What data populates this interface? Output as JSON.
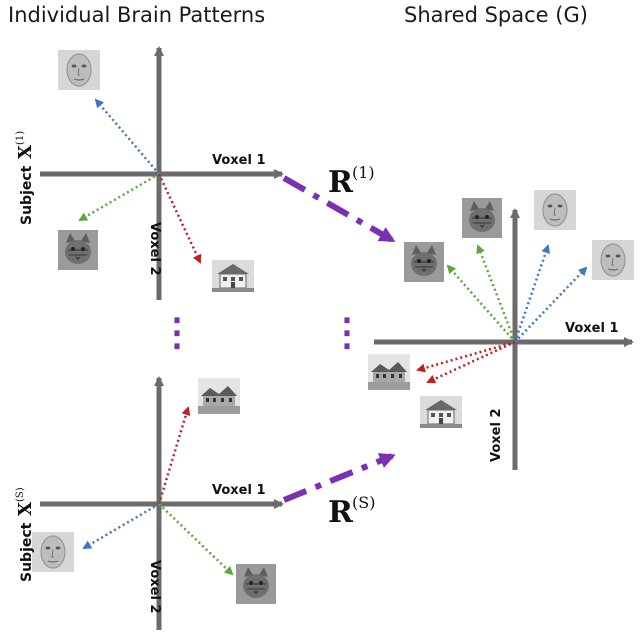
{
  "headings": {
    "left": "Individual Brain Patterns",
    "right": "Shared Space (G)"
  },
  "axes": {
    "x_label": "Voxel 1",
    "y_label": "Voxel 2"
  },
  "subject_top": {
    "label_word": "Subject",
    "matrix_symbol": "X",
    "superscript": "(1)"
  },
  "subject_bottom": {
    "label_word": "Subject",
    "matrix_symbol": "X",
    "superscript": "(S)"
  },
  "mappings": {
    "top": {
      "symbol": "R",
      "superscript": "(1)"
    },
    "bottom": {
      "symbol": "R",
      "superscript": "(S)"
    }
  },
  "ellipsis": "⋮",
  "colors": {
    "axis": "#6b6b6b",
    "face_arrow": "#3a78c3",
    "cat_arrow": "#5aa83c",
    "house_arrow": "#c0201e",
    "mapping_arrow": "#7b2fb2",
    "ellipsis": "#7b2fb2"
  },
  "stimuli": [
    "face",
    "cat",
    "house"
  ]
}
